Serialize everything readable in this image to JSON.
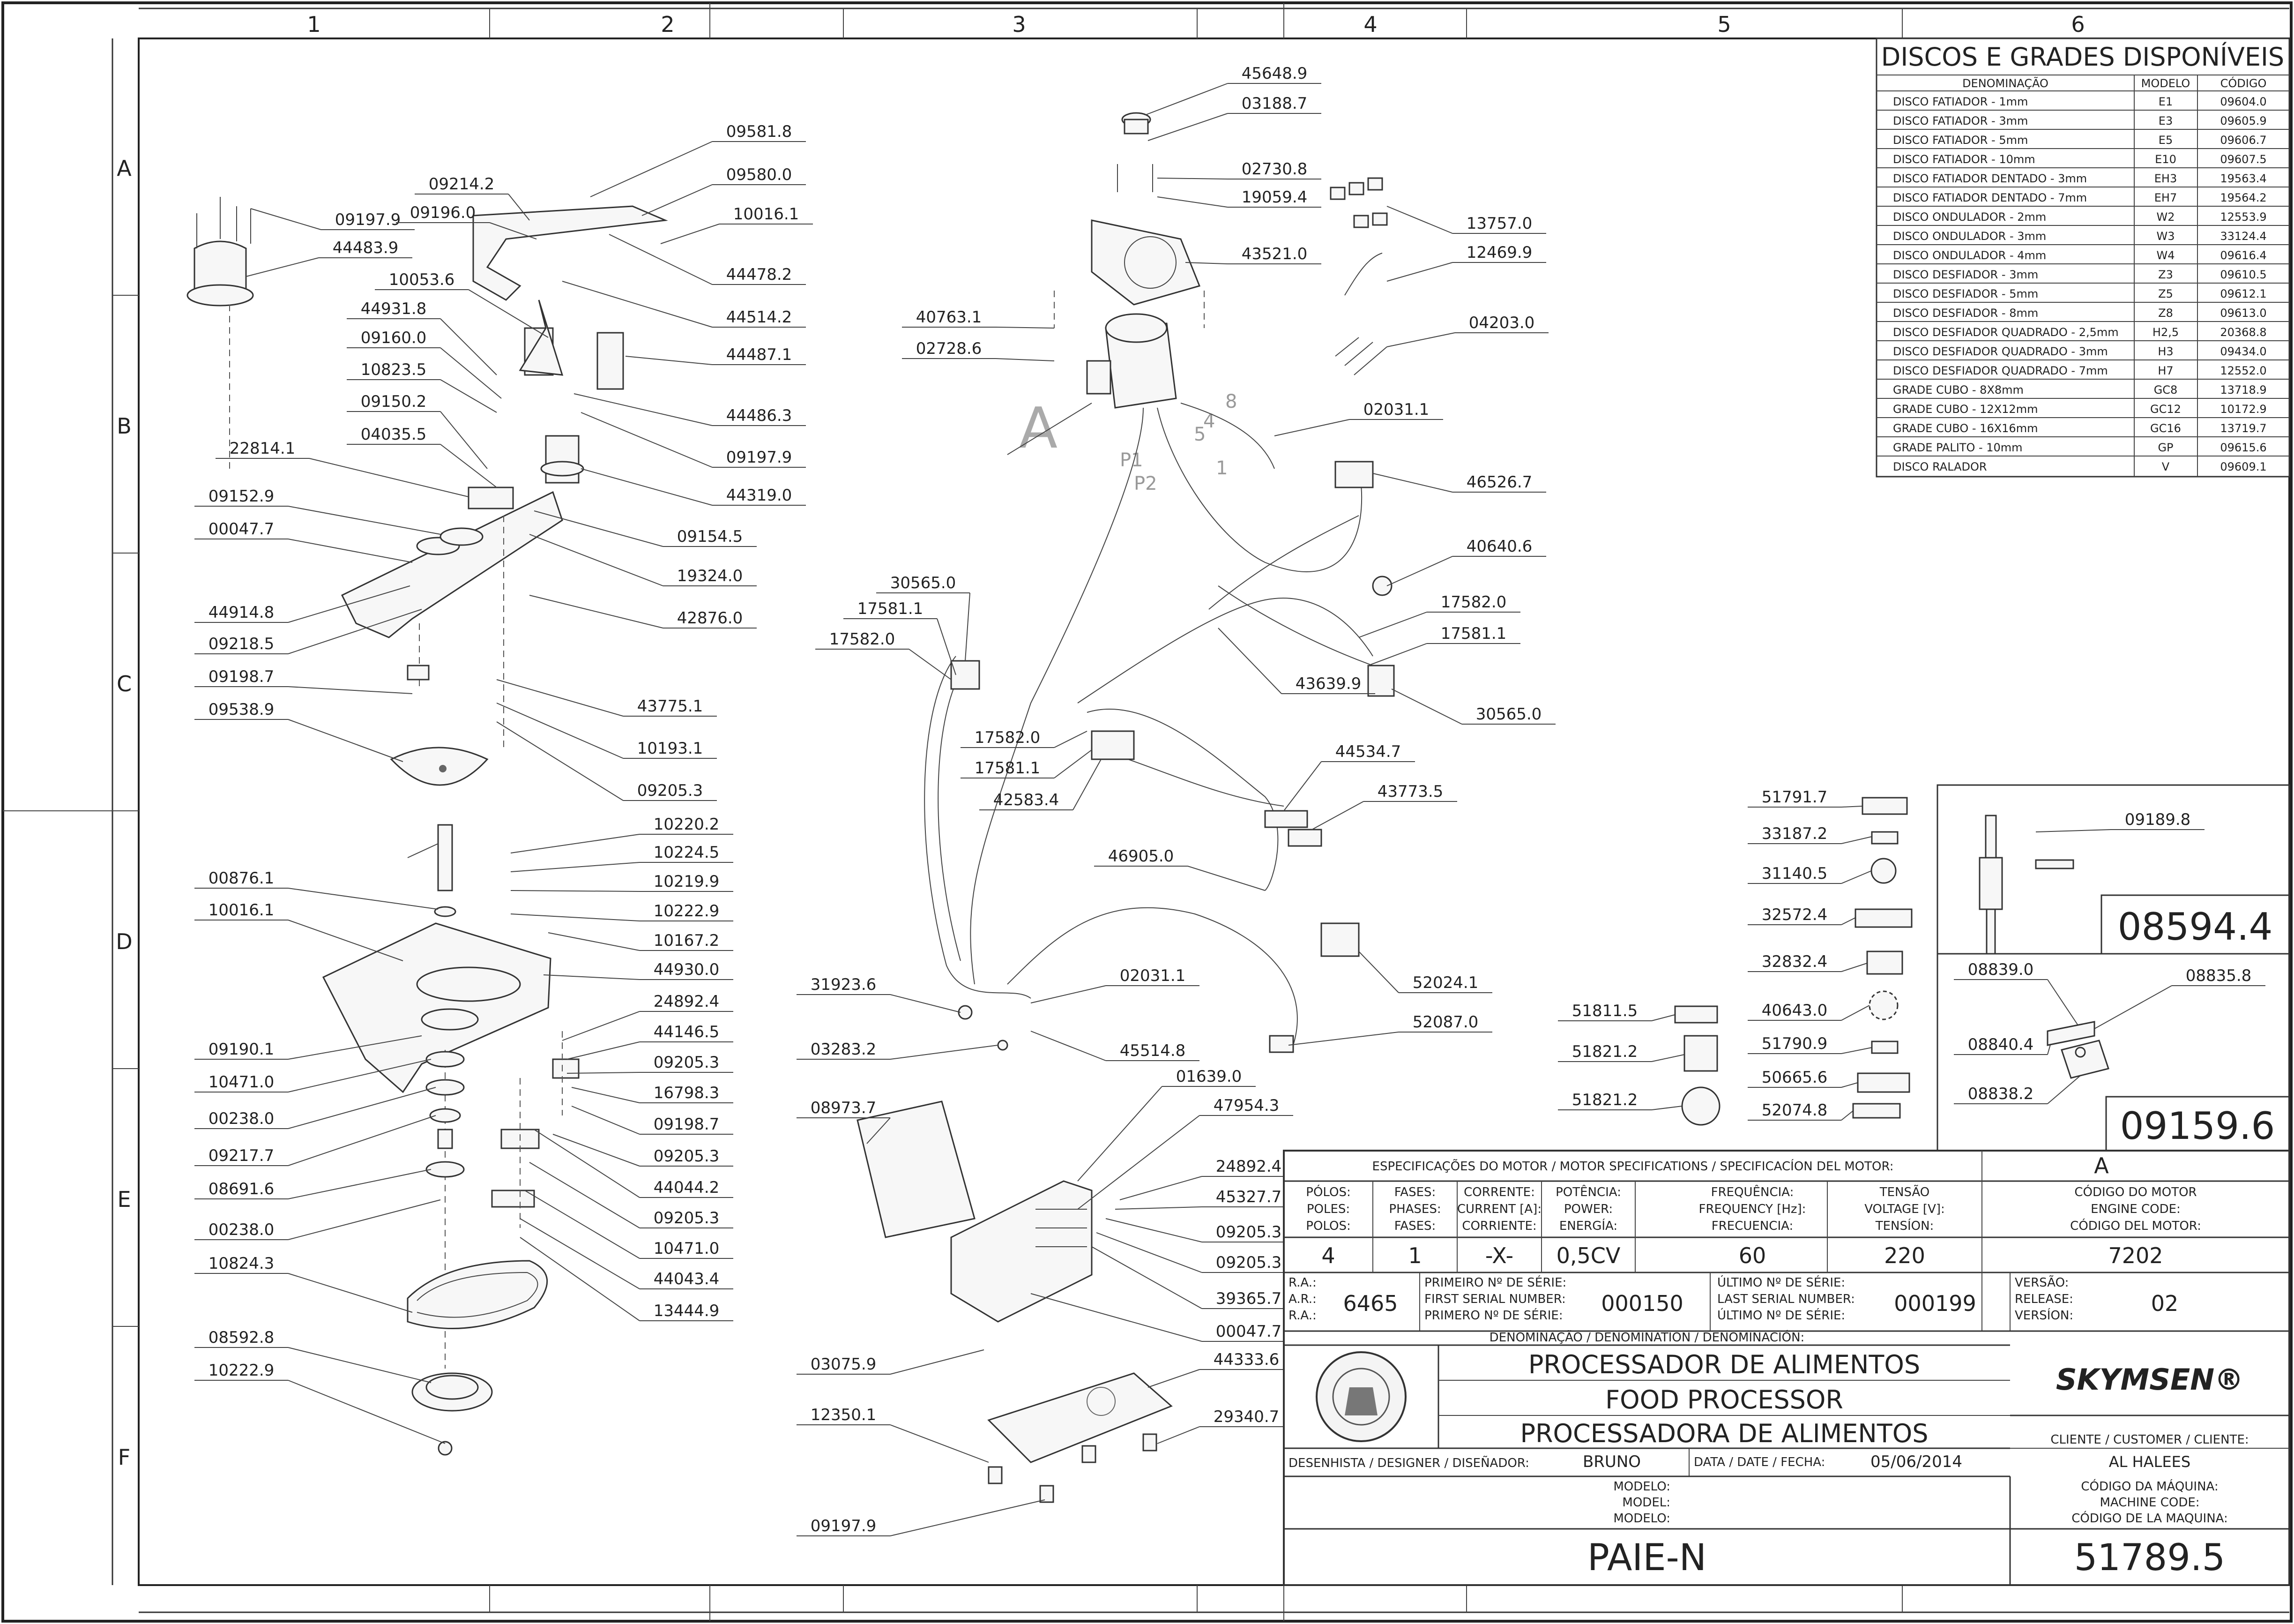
{
  "grid": {
    "columns": [
      "1",
      "2",
      "3",
      "4",
      "5",
      "6"
    ],
    "rows": [
      "A",
      "B",
      "C",
      "D",
      "E",
      "F"
    ]
  },
  "discs_table": {
    "title": "DISCOS E GRADES DISPONÍVEIS",
    "headers": [
      "DENOMINAÇÃO",
      "MODELO",
      "CÓDIGO"
    ],
    "rows": [
      [
        "DISCO FATIADOR - 1mm",
        "E1",
        "09604.0"
      ],
      [
        "DISCO FATIADOR - 3mm",
        "E3",
        "09605.9"
      ],
      [
        "DISCO FATIADOR - 5mm",
        "E5",
        "09606.7"
      ],
      [
        "DISCO FATIADOR - 10mm",
        "E10",
        "09607.5"
      ],
      [
        "DISCO FATIADOR DENTADO - 3mm",
        "EH3",
        "19563.4"
      ],
      [
        "DISCO FATIADOR DENTADO - 7mm",
        "EH7",
        "19564.2"
      ],
      [
        "DISCO ONDULADOR - 2mm",
        "W2",
        "12553.9"
      ],
      [
        "DISCO ONDULADOR - 3mm",
        "W3",
        "33124.4"
      ],
      [
        "DISCO ONDULADOR - 4mm",
        "W4",
        "09616.4"
      ],
      [
        "DISCO DESFIADOR - 3mm",
        "Z3",
        "09610.5"
      ],
      [
        "DISCO DESFIADOR - 5mm",
        "Z5",
        "09612.1"
      ],
      [
        "DISCO DESFIADOR - 8mm",
        "Z8",
        "09613.0"
      ],
      [
        "DISCO DESFIADOR QUADRADO - 2,5mm",
        "H2,5",
        "20368.8"
      ],
      [
        "DISCO DESFIADOR QUADRADO - 3mm",
        "H3",
        "09434.0"
      ],
      [
        "DISCO DESFIADOR QUADRADO - 7mm",
        "H7",
        "12552.0"
      ],
      [
        "GRADE CUBO - 8X8mm",
        "GC8",
        "13718.9"
      ],
      [
        "GRADE CUBO - 12X12mm",
        "GC12",
        "10172.9"
      ],
      [
        "GRADE CUBO - 16X16mm",
        "GC16",
        "13719.7"
      ],
      [
        "GRADE PALITO - 10mm",
        "GP",
        "09615.6"
      ],
      [
        "DISCO RALADOR",
        "V",
        "09609.1"
      ]
    ]
  },
  "callouts": {
    "c01": "45648.9",
    "c02": "03188.7",
    "c03": "02730.8",
    "c04": "19059.4",
    "c05": "43521.0",
    "c06": "40763.1",
    "c07": "02728.6",
    "c08": "13757.0",
    "c09": "12469.9",
    "c10": "04203.0",
    "c11": "02031.1",
    "c12": "46526.7",
    "c13": "40640.6",
    "c14": "17582.0",
    "c15": "17581.1",
    "c16": "30565.0",
    "c17": "43639.9",
    "c18": "30565.0",
    "c19": "17581.1",
    "c20": "17582.0",
    "c21": "17582.0",
    "c22": "17581.1",
    "c23": "42583.4",
    "c24": "44534.7",
    "c25": "43773.5",
    "c26": "46905.0",
    "c27": "31923.6",
    "c28": "02031.1",
    "c29": "03283.2",
    "c30": "45514.8",
    "c31": "52024.1",
    "c32": "52087.0",
    "c33": "01639.0",
    "c34": "08973.7",
    "c35": "47954.3",
    "c36": "24892.4",
    "c37": "45327.7",
    "c38": "09205.3",
    "c39": "09205.3",
    "c40": "39365.7",
    "c41": "00047.7",
    "c42": "03075.9",
    "c43": "44333.6",
    "c44": "12350.1",
    "c45": "29340.7",
    "c46": "09197.9",
    "d01": "09581.8",
    "d02": "09214.2",
    "d03": "09580.0",
    "d04": "09197.9",
    "d05": "09196.0",
    "d06": "10016.1",
    "d07": "44483.9",
    "d08": "44478.2",
    "d09": "10053.6",
    "d10": "44514.2",
    "d11": "44931.8",
    "d12": "44487.1",
    "d13": "09160.0",
    "d14": "10823.5",
    "d15": "44486.3",
    "d16": "09150.2",
    "d17": "09197.9",
    "d18": "04035.5",
    "d19": "22814.1",
    "d20": "44319.0",
    "d21": "09152.9",
    "d22": "09154.5",
    "d23": "00047.7",
    "d24": "19324.0",
    "d25": "42876.0",
    "d26": "44914.8",
    "d27": "09218.5",
    "d28": "09198.7",
    "d29": "43775.1",
    "d30": "09538.9",
    "d31": "10193.1",
    "d32": "09205.3",
    "d33": "10220.2",
    "d34": "10224.5",
    "d35": "00876.1",
    "d36": "10219.9",
    "d37": "10016.1",
    "d38": "10222.9",
    "d39": "10167.2",
    "d40": "44930.0",
    "d41": "24892.4",
    "d42": "44146.5",
    "d43": "09190.1",
    "d44": "09205.3",
    "d45": "10471.0",
    "d46": "16798.3",
    "d47": "00238.0",
    "d48": "09198.7",
    "d49": "09217.7",
    "d50": "09205.3",
    "d51": "08691.6",
    "d52": "44044.2",
    "d53": "09205.3",
    "d54": "00238.0",
    "d55": "10471.0",
    "d56": "10824.3",
    "d57": "44043.4",
    "d58": "13444.9",
    "d59": "08592.8",
    "d60": "10222.9",
    "l01": "51791.7",
    "l02": "33187.2",
    "l03": "31140.5",
    "l04": "32572.4",
    "l05": "32832.4",
    "l06": "40643.0",
    "l07": "51790.9",
    "l08": "50665.6",
    "l09": "52074.8",
    "l10": "51811.5",
    "l11": "51821.2",
    "l12": "51821.2",
    "s01": "09189.8",
    "s02": "08839.0",
    "s03": "08835.8",
    "s04": "08840.4",
    "s05": "08838.2"
  },
  "detail_boxes": {
    "shaft": "08594.4",
    "bracket": "09159.6"
  },
  "motor_letter_A": "A",
  "wire_labels": {
    "p1": "P1",
    "p2": "P2",
    "w8": "8",
    "w4": "4",
    "w5": "5",
    "w1": "1"
  },
  "motor_specs": {
    "header": "ESPECIFICAÇÕES DO MOTOR / MOTOR SPECIFICATIONS / SPECIFICACÍON DEL MOTOR:",
    "variant": "A",
    "poles": [
      "PÓLOS:",
      "POLES:",
      "POLOS:"
    ],
    "poles_value": "4",
    "phases": [
      "FASES:",
      "PHASES:",
      "FASES:"
    ],
    "phases_value": "1",
    "current": [
      "CORRENTE:",
      "CURRENT [A]:",
      "CORRIENTE:"
    ],
    "current_value": "-X-",
    "power": [
      "POTÊNCIA:",
      "POWER:",
      "ENERGÍA:"
    ],
    "power_value": "0,5CV",
    "frequency": [
      "FREQUÊNCIA:",
      "FREQUENCY [Hz]:",
      "FRECUENCIA:"
    ],
    "frequency_value": "60",
    "voltage": [
      "TENSÃO",
      "VOLTAGE [V]:",
      "TENSÍON:"
    ],
    "voltage_value": "220",
    "motor_code": [
      "CÓDIGO DO MOTOR",
      "ENGINE CODE:",
      "CÓDIGO DEL MOTOR:"
    ],
    "motor_code_value": "7202"
  },
  "title_block": {
    "ra_labels": [
      "R.A.:",
      "A.R.:",
      "R.A.:"
    ],
    "ra_value": "6465",
    "first_serial_labels": [
      "PRIMEIRO Nº DE SÉRIE:",
      "FIRST SERIAL NUMBER:",
      "PRIMERO Nº DE SÉRIE:"
    ],
    "first_serial": "000150",
    "last_serial_labels": [
      "ÚLTIMO Nº DE SÉRIE:",
      "LAST SERIAL NUMBER:",
      "ÚLTIMO Nº DE SÉRIE:"
    ],
    "last_serial": "000199",
    "version_labels": [
      "VERSÃO:",
      "RELEASE:",
      "VERSÍON:"
    ],
    "version": "02",
    "denomination_label": "DENOMINAÇÃO / DENOMINATION / DENOMINACIÓN:",
    "name_pt": "PROCESSADOR DE ALIMENTOS",
    "name_en": "FOOD PROCESSOR",
    "name_es": "PROCESSADORA DE ALIMENTOS",
    "brand": "SKYMSEN®",
    "customer_label": "CLIENTE / CUSTOMER / CLIENTE:",
    "customer": "AL HALEES",
    "designer_label": "DESENHISTA / DESIGNER / DISEÑADOR:",
    "designer": "BRUNO",
    "date_label": "DATA / DATE / FECHA:",
    "date": "05/06/2014",
    "model_labels": [
      "MODELO:",
      "MODEL:",
      "MODELO:"
    ],
    "model": "PAIE-N",
    "machine_code_labels": [
      "CÓDIGO DA MÁQUINA:",
      "MACHINE CODE:",
      "CÓDIGO DE LA MAQUINA:"
    ],
    "machine_code": "51789.5"
  }
}
